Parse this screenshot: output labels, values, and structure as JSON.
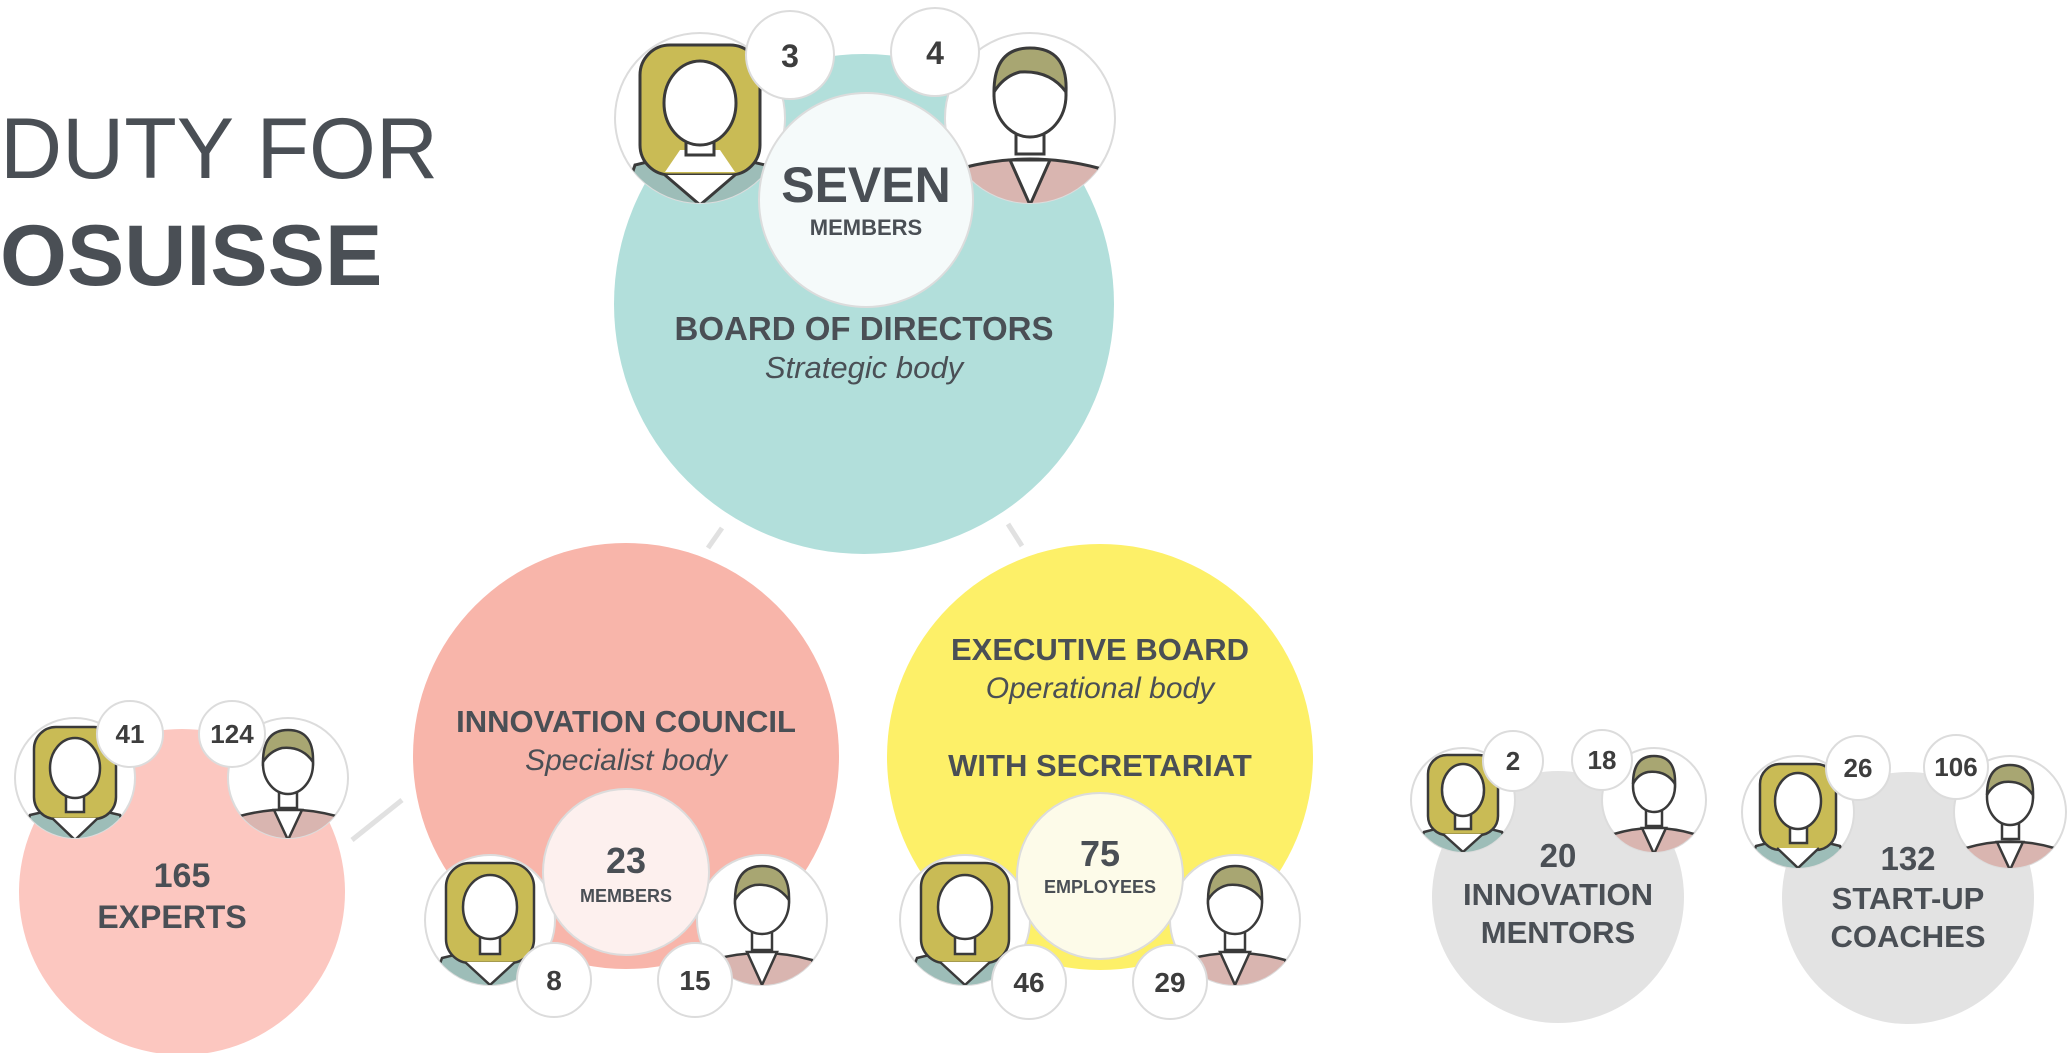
{
  "title": {
    "line1": "DUTY FOR",
    "line2": "OSUISSE"
  },
  "colors": {
    "teal": "#b2dfdb",
    "salmon": "#f8b5aa",
    "pink": "#fcc7c0",
    "yellow": "#fdf068",
    "gray": "#e3e3e3",
    "text": "#4a4f55",
    "hair_female": "#c9bb55",
    "hair_male": "#a8a672",
    "shirt": "#9dbdb8",
    "jacket": "#d9b5b0"
  },
  "board": {
    "count": "SEVEN",
    "unit": "MEMBERS",
    "name": "BOARD OF DIRECTORS",
    "sub": "Strategic body",
    "women": "3",
    "men": "4"
  },
  "council": {
    "name": "INNOVATION COUNCIL",
    "sub": "Specialist body",
    "count": "23",
    "unit": "MEMBERS",
    "women": "8",
    "men": "15"
  },
  "executive": {
    "name": "EXECUTIVE BOARD",
    "sub": "Operational body",
    "name2": "WITH SECRETARIAT",
    "count": "75",
    "unit": "EMPLOYEES",
    "women": "46",
    "men": "29"
  },
  "experts": {
    "count": "165",
    "unit": "EXPERTS",
    "women": "41",
    "men": "124"
  },
  "mentors": {
    "count": "20",
    "line1": "INNOVATION",
    "line2": "MENTORS",
    "women": "2",
    "men": "18"
  },
  "coaches": {
    "count": "132",
    "line1": "START-UP",
    "line2": "COACHES",
    "women": "26",
    "men": "106"
  }
}
